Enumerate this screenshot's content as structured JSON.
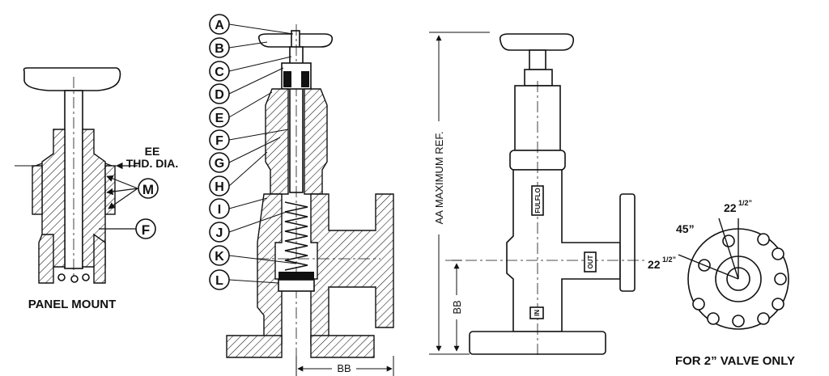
{
  "panel_mount": {
    "caption": "PANEL MOUNT",
    "thread_label_1": "EE",
    "thread_label_2": "THD. DIA.",
    "callouts": [
      "M",
      "F"
    ]
  },
  "section_view": {
    "callouts": [
      "A",
      "B",
      "C",
      "D",
      "E",
      "F",
      "G",
      "H",
      "I",
      "J",
      "K",
      "L"
    ],
    "dimension_bb": "BB"
  },
  "elevation_view": {
    "dimension_aa": "AA MAXIMUM REF.",
    "dimension_bb": "BB",
    "brand_mark": "FULFLO",
    "port_out": "OUT",
    "port_in": "IN"
  },
  "flange_view": {
    "angle_top": "22",
    "angle_top_sup": "1/2”",
    "angle_mid": "45”",
    "angle_left": "22",
    "angle_left_sup": "1/2”",
    "caption": "FOR 2” VALVE ONLY"
  }
}
